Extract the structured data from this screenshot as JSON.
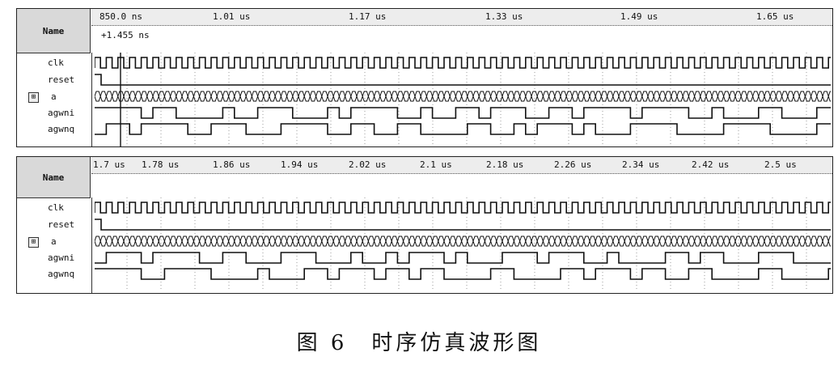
{
  "panels": [
    {
      "name_header": "Name",
      "time_ticks": [
        "850.0 ns",
        "1.01 us",
        "1.17 us",
        "1.33 us",
        "1.49 us",
        "1.65 us"
      ],
      "cursor_readout": "+1.455 ns",
      "signals": [
        {
          "label": "clk",
          "kind": "clock",
          "bus": false
        },
        {
          "label": "reset",
          "kind": "low",
          "bus": false
        },
        {
          "label": "a",
          "kind": "bus",
          "bus": true
        },
        {
          "label": "agwni",
          "kind": "pattern",
          "bus": false
        },
        {
          "label": "agwnq",
          "kind": "pattern",
          "bus": false
        }
      ]
    },
    {
      "name_header": "Name",
      "time_ticks": [
        "1.7 us",
        "1.78 us",
        "1.86 us",
        "1.94 us",
        "2.02 us",
        "2.1 us",
        "2.18 us",
        "2.26 us",
        "2.34 us",
        "2.42 us",
        "2.5 us"
      ],
      "cursor_readout": "",
      "signals": [
        {
          "label": "clk",
          "kind": "clock",
          "bus": false
        },
        {
          "label": "reset",
          "kind": "low",
          "bus": false
        },
        {
          "label": "a",
          "kind": "bus",
          "bus": true
        },
        {
          "label": "agwni",
          "kind": "pattern",
          "bus": false
        },
        {
          "label": "agwnq",
          "kind": "pattern",
          "bus": false
        }
      ]
    }
  ],
  "bus_icon_glyph": "⊞",
  "caption": "图 6　时序仿真波形图"
}
